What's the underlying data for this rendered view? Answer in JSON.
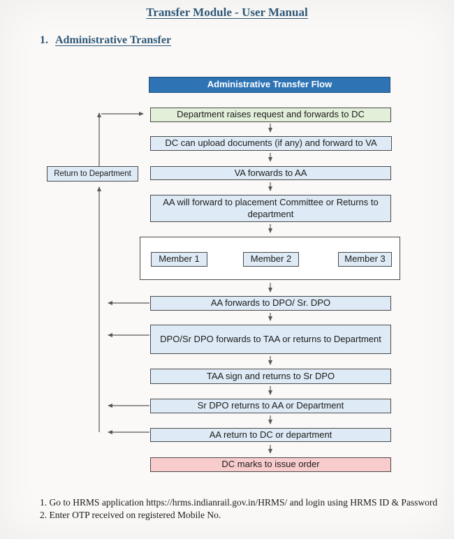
{
  "page": {
    "title": "Transfer Module - User Manual",
    "section": {
      "number": "1.",
      "title": "Administrative Transfer"
    }
  },
  "flowchart": {
    "header": "Administrative Transfer Flow",
    "return_box": "Return to Department",
    "nodes": [
      "Department raises request and forwards to DC",
      "DC can upload documents (if any) and forward to VA",
      "VA forwards to AA",
      "AA will forward to placement Committee or Returns to department",
      "AA forwards to DPO/ Sr. DPO",
      "DPO/Sr DPO forwards to TAA or returns to Department",
      "TAA sign and returns to Sr DPO",
      "Sr DPO returns to AA or Department",
      "AA return to DC or department",
      "DC marks to issue order"
    ],
    "members": [
      "Member 1",
      "Member 2",
      "Member 3"
    ]
  },
  "instructions": [
    "1.  Go to HRMS application https://hrms.indianrail.gov.in/HRMS/ and login using HRMS ID & Password",
    "2.  Enter OTP received on registered Mobile No."
  ],
  "colors": {
    "header_bg": "#2e74b5",
    "node_bg": "#deeaf5",
    "start_node_bg": "#e2efd9",
    "end_node_bg": "#f8cbcc",
    "heading_color": "#2e5878",
    "arrow_color": "#575757"
  }
}
